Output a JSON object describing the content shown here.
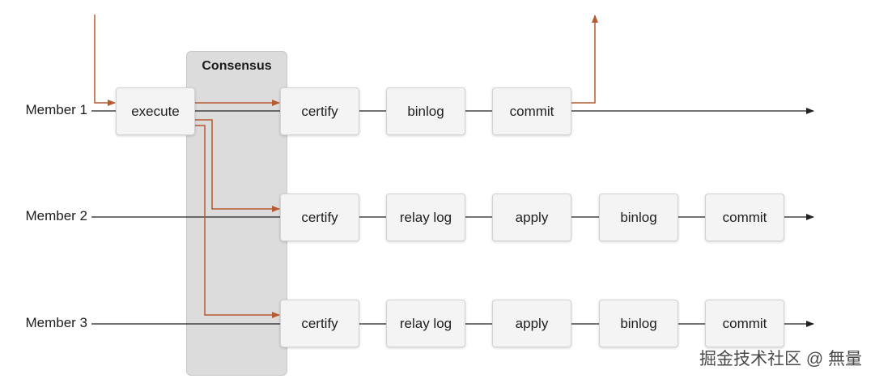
{
  "consensus": {
    "label": "Consensus"
  },
  "members": [
    {
      "label": "Member 1",
      "steps": [
        "execute",
        "certify",
        "binlog",
        "commit"
      ]
    },
    {
      "label": "Member 2",
      "steps": [
        "certify",
        "relay log",
        "apply",
        "binlog",
        "commit"
      ]
    },
    {
      "label": "Member 3",
      "steps": [
        "certify",
        "relay log",
        "apply",
        "binlog",
        "commit"
      ]
    }
  ],
  "watermark": "掘金技术社区 @ 無量",
  "colors": {
    "flow": "#b65a30",
    "box_fill": "#f4f4f4",
    "box_border": "#d2d2d2",
    "consensus_fill": "#dcdcdc",
    "line": "#222222"
  }
}
